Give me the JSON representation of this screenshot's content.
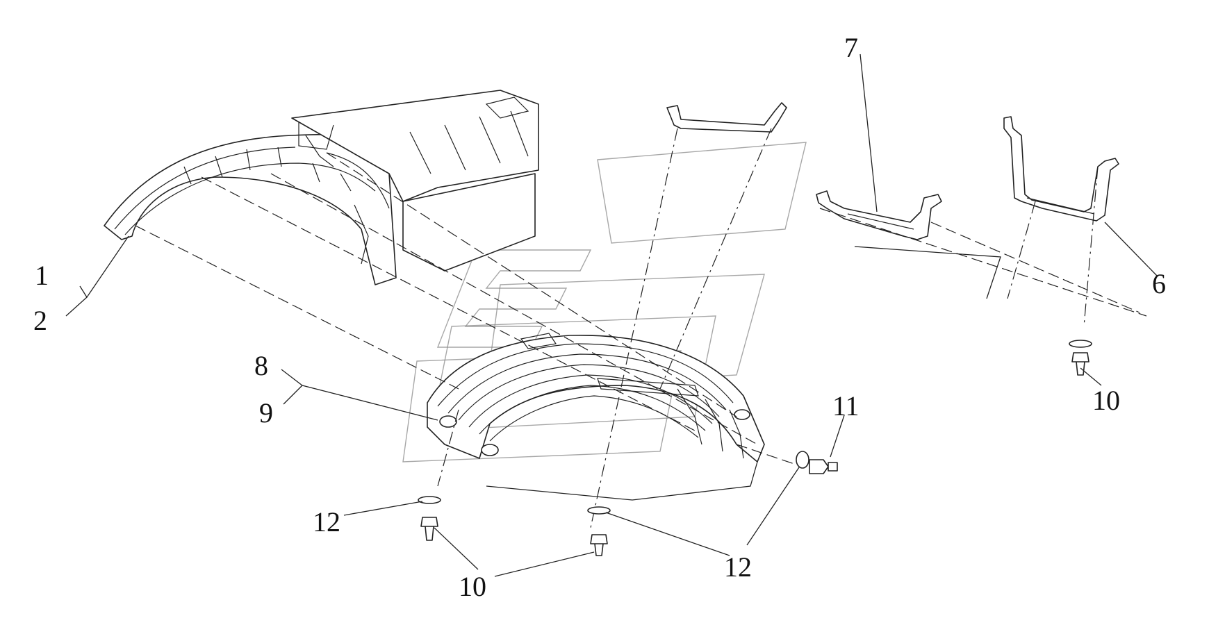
{
  "diagram": {
    "callouts": {
      "c1": "1",
      "c2": "2",
      "c6": "6",
      "c7": "7",
      "c8": "8",
      "c9": "9",
      "c10a": "10",
      "c10b": "10",
      "c11": "11",
      "c12a": "12",
      "c12b": "12"
    }
  }
}
